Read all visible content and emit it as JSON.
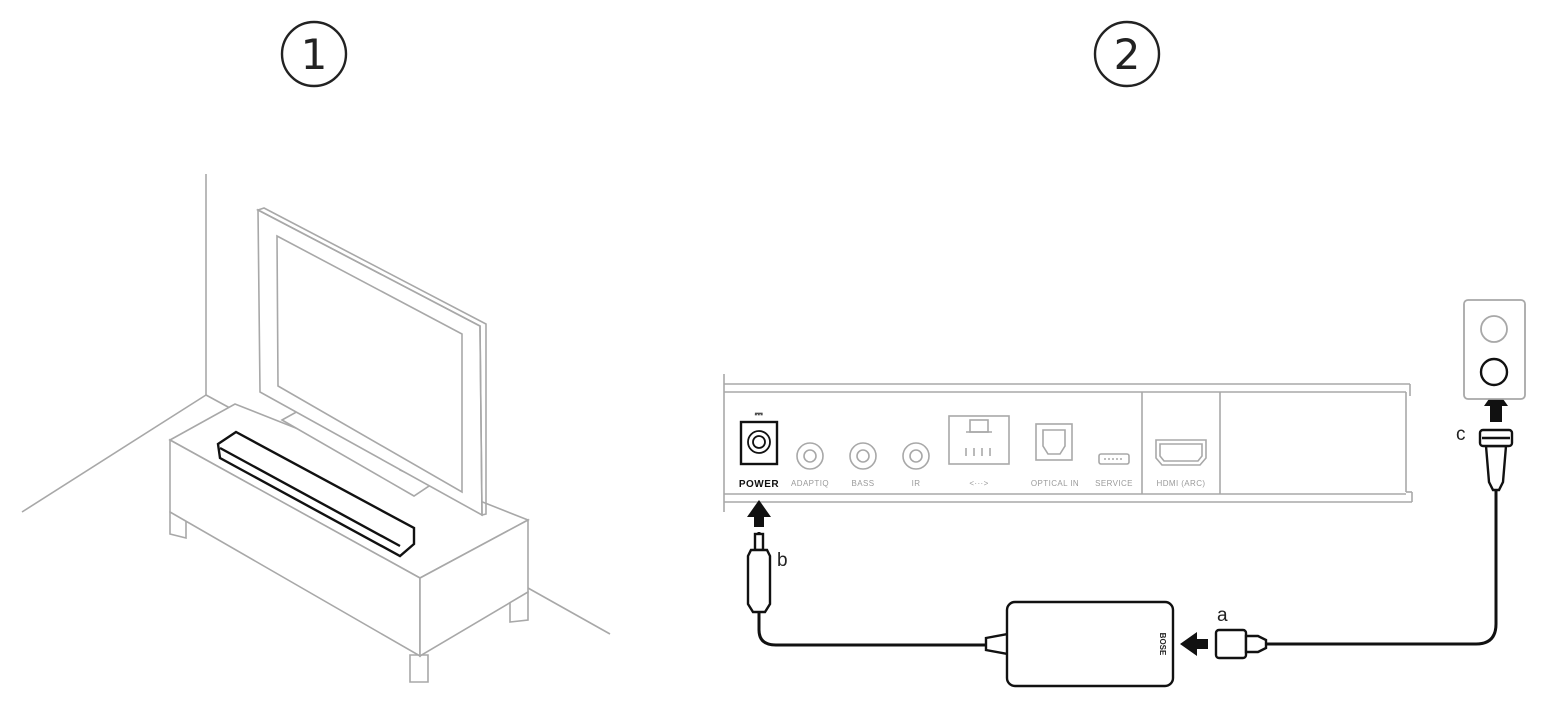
{
  "steps": {
    "step1": "1",
    "step2": "2"
  },
  "ports": {
    "power": "POWER",
    "power_symbol": "⎓",
    "adaptiq": "ADAPTIQ",
    "bass": "BASS",
    "ir": "IR",
    "data": "<···>",
    "optical": "OPTICAL IN",
    "service": "SERVICE",
    "hdmi": "HDMI (ARC)"
  },
  "callouts": {
    "a": "a",
    "b": "b",
    "c": "c"
  },
  "brand_logo": "BOSE",
  "colors": {
    "highlight": "#111111",
    "outline": "#a8a8a8"
  }
}
